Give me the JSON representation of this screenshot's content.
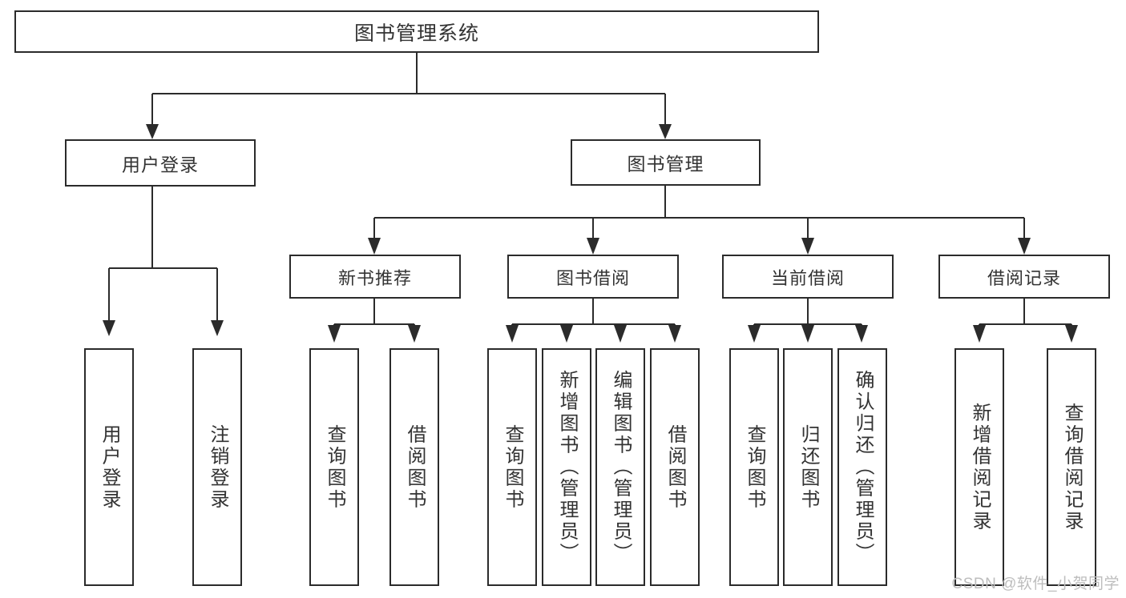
{
  "diagram": {
    "type": "tree",
    "title": "图书管理系统",
    "watermark": "CSDN @软件_小贺同学",
    "colors": {
      "stroke": "#2b2b2b",
      "text": "#333333",
      "background": "#ffffff",
      "watermark": "#bdbdbd"
    },
    "root": {
      "label": "图书管理系统"
    },
    "level2": [
      {
        "label": "用户登录"
      },
      {
        "label": "图书管理"
      }
    ],
    "level3": [
      {
        "label": "新书推荐"
      },
      {
        "label": "图书借阅"
      },
      {
        "label": "当前借阅"
      },
      {
        "label": "借阅记录"
      }
    ],
    "leaves": {
      "user_login": [
        {
          "label": "用户登录"
        },
        {
          "label": "注销登录"
        }
      ],
      "new_book_recommend": [
        {
          "label": "查询图书"
        },
        {
          "label": "借阅图书"
        }
      ],
      "book_borrow": [
        {
          "label": "查询图书"
        },
        {
          "label": "新增图书（管理员）"
        },
        {
          "label": "编辑图书（管理员）"
        },
        {
          "label": "借阅图书"
        }
      ],
      "current_borrow": [
        {
          "label": "查询图书"
        },
        {
          "label": "归还图书"
        },
        {
          "label": "确认归还（管理员）"
        }
      ],
      "borrow_record": [
        {
          "label": "新增借阅记录"
        },
        {
          "label": "查询借阅记录"
        }
      ]
    }
  }
}
